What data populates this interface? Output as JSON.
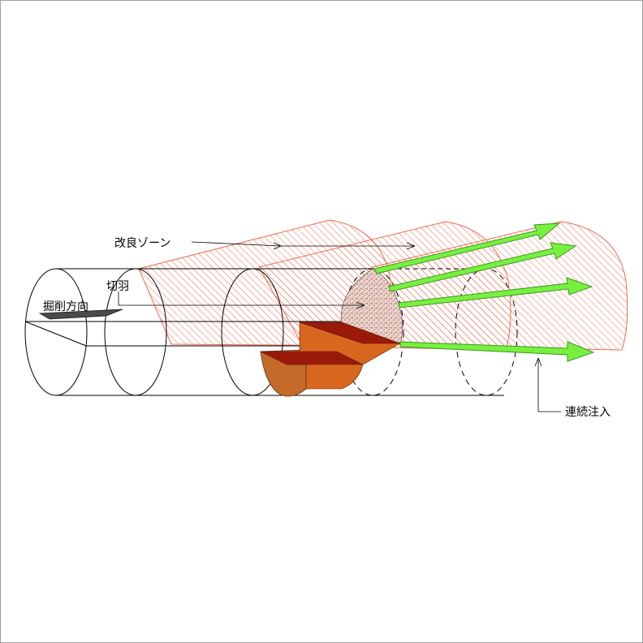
{
  "labels": {
    "improvement_zone": "改良ゾーン",
    "face": "切羽",
    "excavation_direction": "掘削方向",
    "continuous_injection": "連続注入"
  },
  "colors": {
    "hatch": "#f06a50",
    "arrow_fill": "#78f040",
    "arrow_stroke": "#3a9a20",
    "bench_light": "#d8661e",
    "bench_dark": "#9a1a0a",
    "face_texture": "#d09a8a",
    "line": "#000000"
  },
  "icons": {
    "excavation_arrow": "excavation-direction-arrow-icon",
    "injection_arrow": "injection-arrow-icon"
  }
}
